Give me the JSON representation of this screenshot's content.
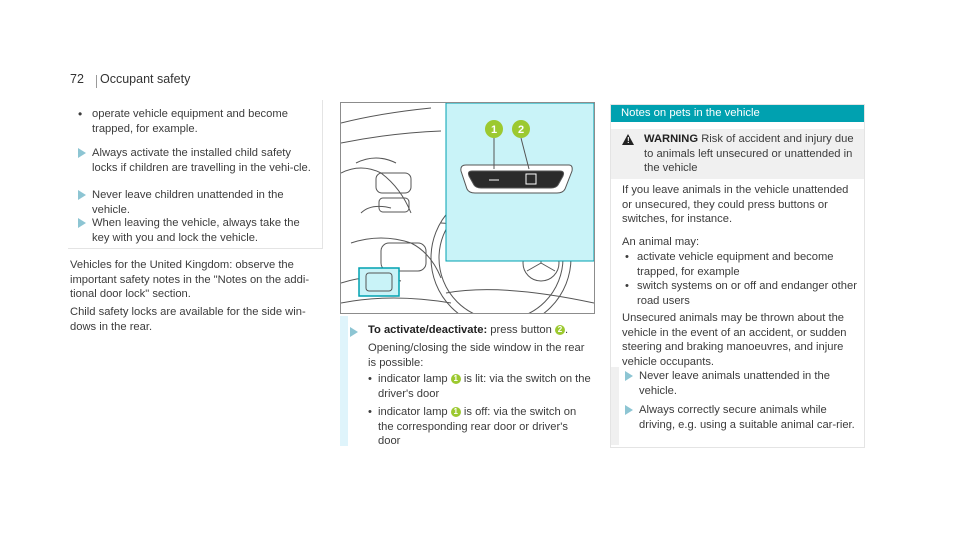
{
  "header": {
    "page_number": "72",
    "section": "Occupant safety"
  },
  "left": {
    "bullets": [
      "operate vehicle equipment and become trapped, for example."
    ],
    "steps": [
      "Always activate the installed child safety locks if children are travelling in the vehi-cle.",
      "Never leave children unattended in the vehicle.",
      "When leaving the vehicle, always take the key with you and lock the vehicle."
    ],
    "para1": "Vehicles for the United Kingdom: observe the important safety notes in the \"Notes on the addi-tional door lock\" section.",
    "para2": "Child safety locks are available for the side win-dows in the rear."
  },
  "figure": {
    "callout1": "1",
    "callout2": "2"
  },
  "middle": {
    "step_label": "To activate/deactivate:",
    "step_text": "press button",
    "step_ref": "2",
    "intro": "Opening/closing the side window in the rear is possible:",
    "b1_pre": "indicator lamp",
    "b1_ref": "1",
    "b1_post": "is lit: via the switch on the driver's door",
    "b2_pre": "indicator lamp",
    "b2_ref": "1",
    "b2_post": "is off: via the switch on the corresponding rear door or driver's door"
  },
  "right": {
    "title": "Notes on pets in the vehicle",
    "warning_label": "WARNING",
    "warning_text": "Risk of accident and injury due to animals left unsecured or unattended in the vehicle",
    "p1": "If you leave animals in the vehicle unattended or unsecured, they could press buttons or switches, for instance.",
    "p2": "An animal may:",
    "bullets": [
      "activate vehicle equipment and become trapped, for example",
      "switch systems on or off and endanger other road users"
    ],
    "p3": "Unsecured animals may be thrown about the vehicle in the event of an accident, or sudden steering and braking manoeuvres, and injure vehicle occupants.",
    "steps": [
      "Never leave animals unattended in the vehicle.",
      "Always correctly secure animals while driving, e.g. using a suitable animal car-rier."
    ]
  },
  "colors": {
    "accent": "#00a1b0",
    "callout": "#9cc930",
    "highlight": "#c9f3f8"
  }
}
